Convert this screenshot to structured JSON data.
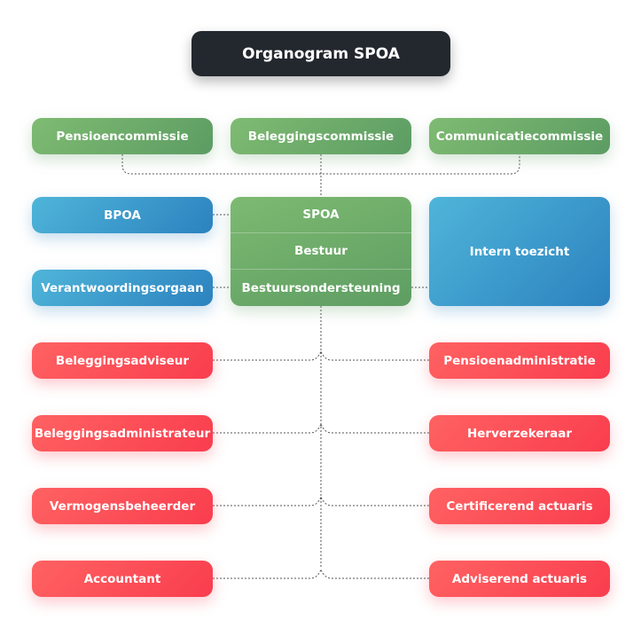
{
  "title": "Organogram SPOA",
  "committees": [
    "Pensioencommissie",
    "Beleggingscommissie",
    "Communicatiecommissie"
  ],
  "left_bodies": [
    "BPOA",
    "Verantwoordingsorgaan"
  ],
  "spoa_block": [
    "SPOA",
    "Bestuur",
    "Bestuursondersteuning"
  ],
  "supervision": "Intern toezicht",
  "service_left": [
    "Beleggingsadviseur",
    "Beleggingsadministrateur",
    "Vermogensbeheerder",
    "Accountant"
  ],
  "service_right": [
    "Pensioenadministratie",
    "Herverzekeraar",
    "Certificerend actuaris",
    "Adviserend actuaris"
  ],
  "colors": {
    "title_bg": "#23272e",
    "governance_green": "#6aa96b",
    "participation_blue": "#3a9acb",
    "service_red": "#fb4b55",
    "connector": "#555555"
  }
}
